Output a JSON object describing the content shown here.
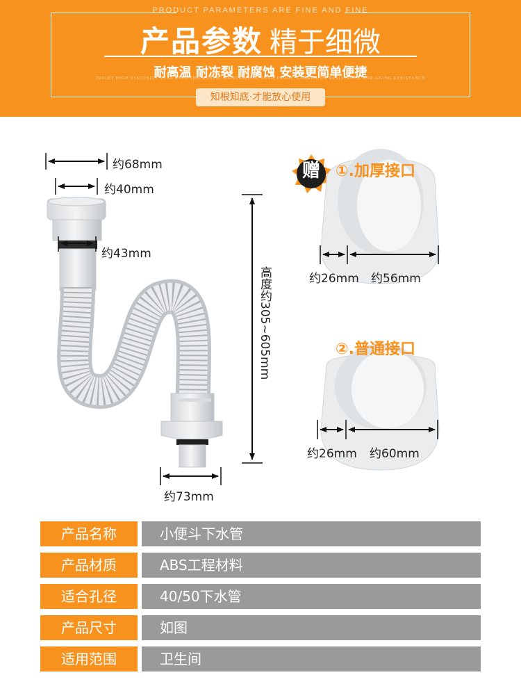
{
  "header": {
    "eng_top": "PRODUCT PARAMETERS ARE FINE AND FINE",
    "title_bold": "产品参数",
    "title_light": "精于细微",
    "subtitle": "耐高温 耐冻裂 耐腐蚀 安装更简单便捷",
    "eng_small": "TOILET HIGH VISCOSITY SEAL RING THICKENED, OXIDIZATION, LEAK PROOF, CORROSION RESISTANCE AND AGING RESISTANCE",
    "pill": "知根知底·才能放心使用"
  },
  "diagram": {
    "dims": {
      "top_outer": "约68mm",
      "top_inner": "约40mm",
      "neck": "约43mm",
      "bottom": "约73mm",
      "height": "高度约305~605mm"
    },
    "gift_badge": "赠",
    "part1": {
      "title": "①.加厚接口",
      "wall": "约26mm",
      "inner": "约56mm"
    },
    "part2": {
      "title": "②.普通接口",
      "wall": "约26mm",
      "inner": "约60mm"
    }
  },
  "specs": [
    {
      "label": "产品名称",
      "value": "小便斗下水管"
    },
    {
      "label": "产品材质",
      "value": "ABS工程材料"
    },
    {
      "label": "适合孔径",
      "value": "40/50下水管"
    },
    {
      "label": "产品尺寸",
      "value": "如图"
    },
    {
      "label": "适用范围",
      "value": "卫生间"
    }
  ],
  "colors": {
    "accent": "#f7921e",
    "value_bg": "#9a9a9a",
    "pill_bg": "#fde6c7"
  }
}
